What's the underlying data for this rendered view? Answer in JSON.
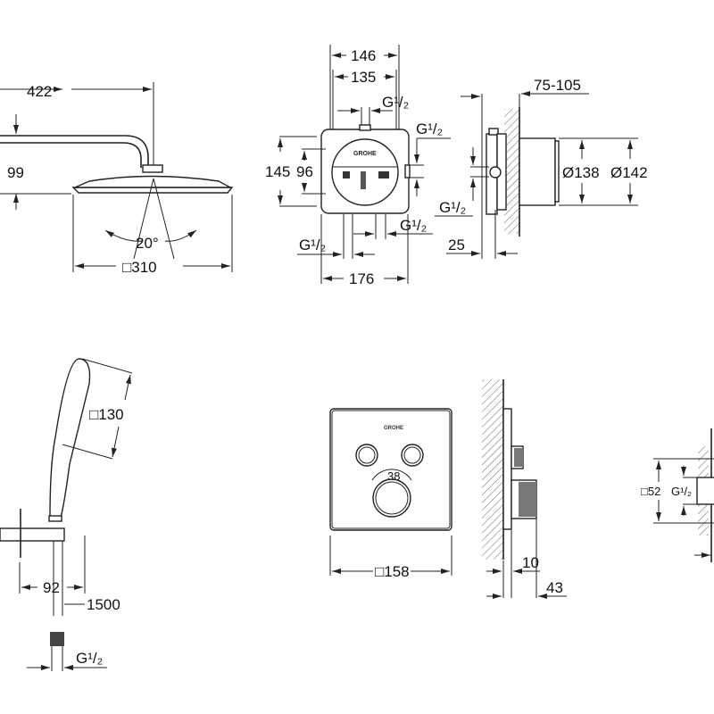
{
  "brand": "GROHE",
  "head_shower": {
    "arm_length": "422",
    "height": "99",
    "tilt_angle": "20°",
    "head_size": "□310"
  },
  "valve_body": {
    "width_outer": "146",
    "width_inner": "135",
    "height_outer": "145",
    "height_inner": "96",
    "width_mount": "176",
    "connection_top": "G¹/₂",
    "connection_right": "G¹/₂",
    "connection_bottom_left": "G¹/₂",
    "connection_bottom_right": "G¹/₂"
  },
  "valve_side": {
    "wall_depth": "75-105",
    "diameter_inner": "Ø138",
    "diameter_outer": "Ø142",
    "connection": "G¹/₂",
    "offset": "25"
  },
  "hand_shower": {
    "head_size": "□130",
    "holder_depth": "92",
    "hose_length": "1500",
    "connection": "G¹/₂"
  },
  "trim": {
    "size": "□158",
    "depth_plate": "10",
    "depth_total": "43",
    "dial_mark": "38"
  },
  "wall_outlet": {
    "size": "□52",
    "connection": "G¹/₂"
  }
}
